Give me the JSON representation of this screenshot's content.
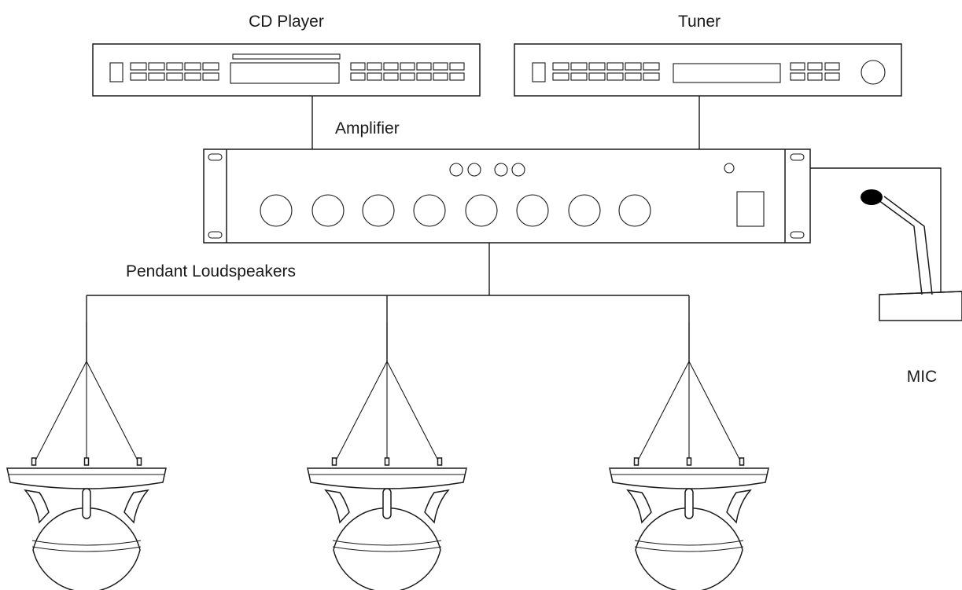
{
  "labels": {
    "cd_player": "CD Player",
    "tuner": "Tuner",
    "amplifier": "Amplifier",
    "pendant_loudspeakers": "Pendant Loudspeakers",
    "mic": "MIC"
  },
  "colors": {
    "line": "#1a1a1a",
    "background": "#ffffff",
    "mic_head": "#000000"
  }
}
